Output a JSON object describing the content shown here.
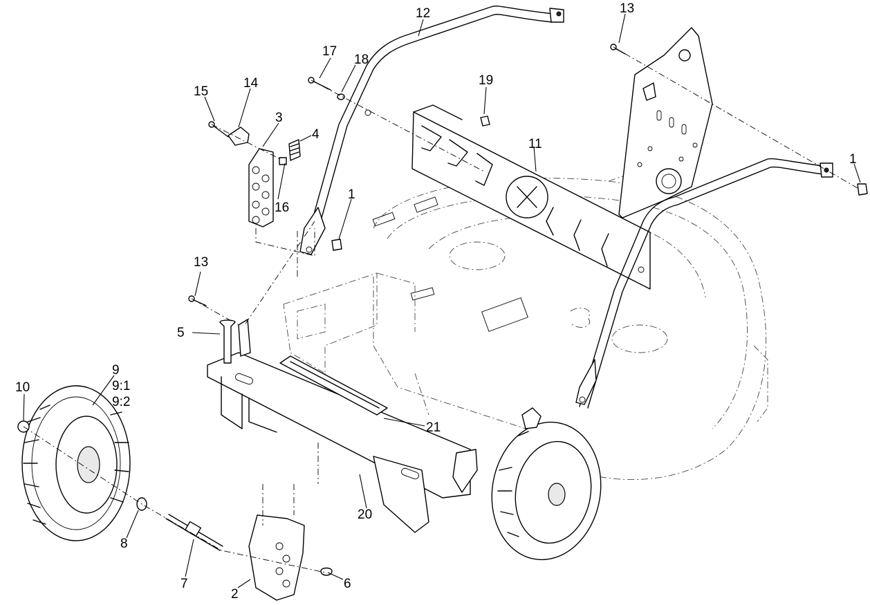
{
  "callouts": {
    "c1a": "1",
    "c1b": "1",
    "c2": "2",
    "c3": "3",
    "c4": "4",
    "c5": "5",
    "c6": "6",
    "c7": "7",
    "c8": "8",
    "c9": "9",
    "c9_1": "9:1",
    "c9_2": "9:2",
    "c10": "10",
    "c11": "11",
    "c12": "12",
    "c13a": "13",
    "c13b": "13",
    "c14": "14",
    "c15": "15",
    "c16": "16",
    "c17": "17",
    "c18": "18",
    "c19": "19",
    "c20": "20",
    "c21": "21"
  }
}
